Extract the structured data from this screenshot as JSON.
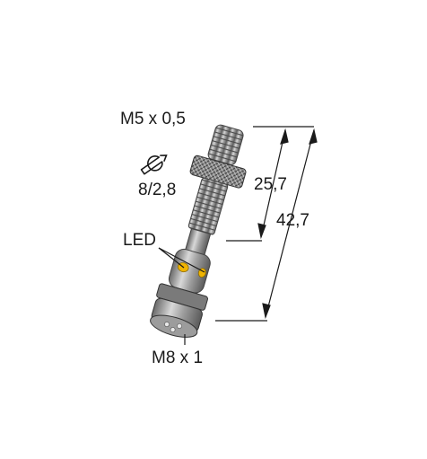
{
  "labels": {
    "thread_top": "M5 x 0,5",
    "wrench": "8/2,8",
    "led": "LED",
    "connector": "M8 x 1",
    "dim_short": "25,7",
    "dim_long": "42,7"
  },
  "colors": {
    "body": "#9a9a9a",
    "body_dark": "#5e5e5e",
    "body_light": "#d4d4d4",
    "led": "#f0b400",
    "line": "#1a1a1a"
  }
}
